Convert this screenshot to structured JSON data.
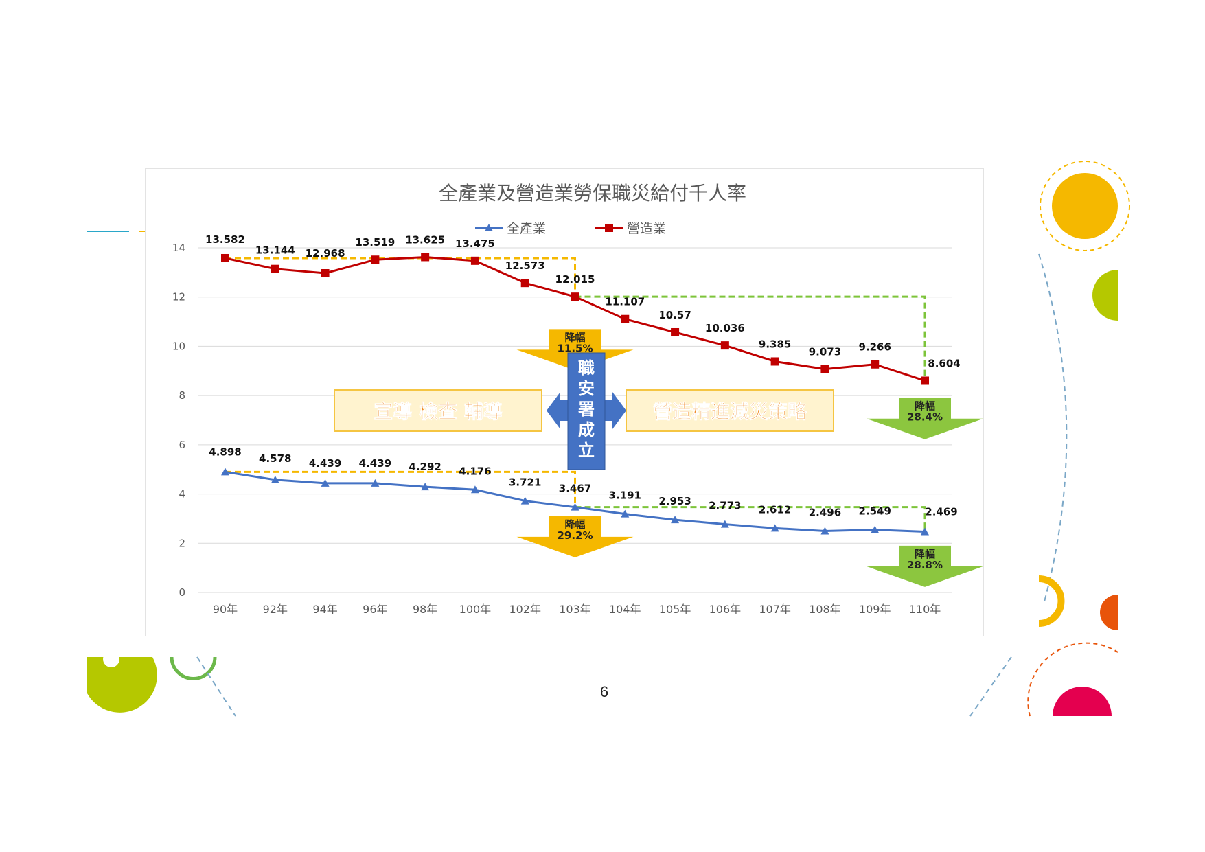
{
  "page_number": "6",
  "chart_data": {
    "type": "line",
    "title": "全產業及營造業勞保職災給付千人率",
    "xlabel": "",
    "ylabel": "",
    "categories": [
      "90年",
      "92年",
      "94年",
      "96年",
      "98年",
      "100年",
      "102年",
      "103年",
      "104年",
      "105年",
      "106年",
      "107年",
      "108年",
      "109年",
      "110年"
    ],
    "ylim": [
      0,
      14
    ],
    "yticks": [
      0,
      2,
      4,
      6,
      8,
      10,
      12,
      14
    ],
    "grid": true,
    "legend_position": "top-center",
    "series": [
      {
        "name": "全產業",
        "color": "#4472c4",
        "marker": "triangle",
        "values": [
          4.898,
          4.578,
          4.439,
          4.439,
          4.292,
          4.176,
          3.721,
          3.467,
          3.191,
          2.953,
          2.773,
          2.612,
          2.496,
          2.549,
          2.469
        ],
        "labels": [
          "4.898",
          "4.578",
          "4.439",
          "4.439",
          "4.292",
          "4.176",
          "3.721",
          "3.467",
          "3.191",
          "2.953",
          "2.773",
          "2.612",
          "2.496",
          "2.549",
          "2.469"
        ]
      },
      {
        "name": "營造業",
        "color": "#c00000",
        "marker": "square",
        "values": [
          13.582,
          13.144,
          12.968,
          13.519,
          13.625,
          13.475,
          12.573,
          12.015,
          11.107,
          10.57,
          10.036,
          9.385,
          9.073,
          9.266,
          8.604
        ],
        "labels": [
          "13.582",
          "13.144",
          "12.968",
          "13.519",
          "13.625",
          "13.475",
          "12.573",
          "12.015",
          "11.107",
          "10.57",
          "10.036",
          "9.385",
          "9.073",
          "9.266",
          "8.604"
        ]
      }
    ],
    "annotations": {
      "reference_lines": [
        {
          "series": 1,
          "from": 0,
          "to": 7,
          "value": 13.582,
          "color": "#f5b800"
        },
        {
          "series": 1,
          "from": 7,
          "to": 14,
          "value": 12.015,
          "color": "#7dc43a"
        },
        {
          "series": 0,
          "from": 0,
          "to": 7,
          "value": 4.898,
          "color": "#f5b800"
        },
        {
          "series": 0,
          "from": 7,
          "to": 14,
          "value": 3.467,
          "color": "#7dc43a"
        }
      ],
      "arrows": [
        {
          "at": 7,
          "value": 10.7,
          "color": "#f5b800",
          "line1": "降幅",
          "line2": "11.5%"
        },
        {
          "at": 14,
          "value": 7.9,
          "color": "#8cc63f",
          "line1": "降幅",
          "line2": "28.4%"
        },
        {
          "at": 7,
          "value": 3.1,
          "color": "#f5b800",
          "line1": "降幅",
          "line2": "29.2%"
        },
        {
          "at": 14,
          "value": 1.9,
          "color": "#8cc63f",
          "line1": "降幅",
          "line2": "28.8%"
        }
      ],
      "left_box": "宣導  檢查  輔導",
      "right_box": "營造精進減災策略",
      "center_box": [
        "職",
        "安",
        "署",
        "成",
        "立"
      ]
    }
  },
  "decor_colors": {
    "yellow": "#f5b800",
    "lime": "#b5c800",
    "green": "#6cb84a",
    "orange": "#e8540a",
    "magenta": "#e4004f",
    "blue_dash": "#7aa7c7"
  }
}
